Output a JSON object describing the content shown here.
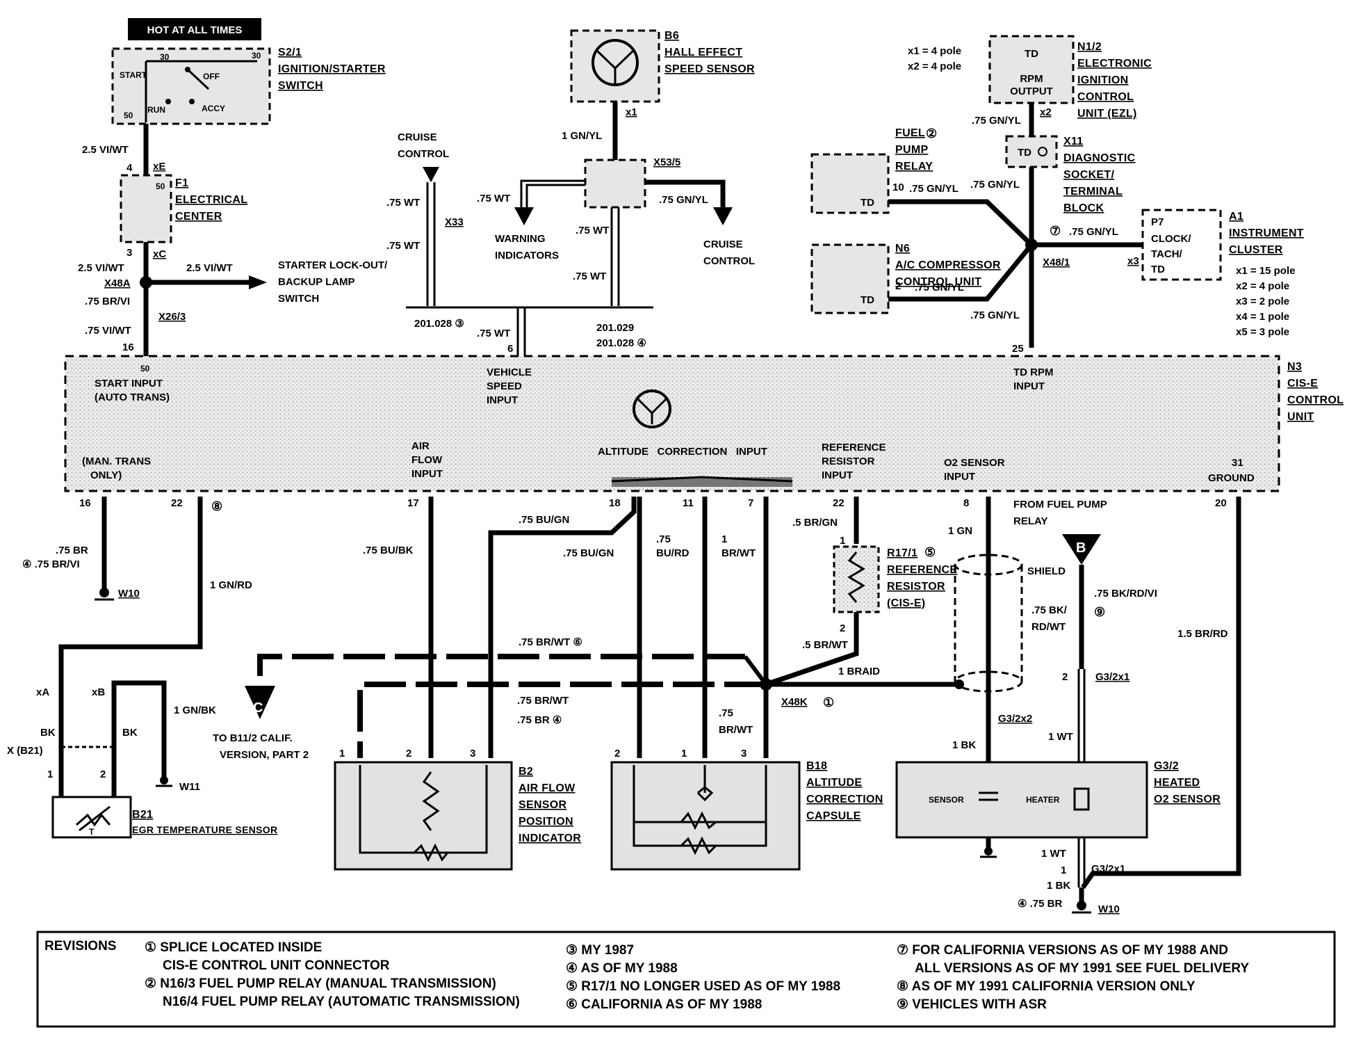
{
  "hot_label": "HOT AT ALL TIMES",
  "components": {
    "s21": {
      "id": "S2/1",
      "name1": "IGNITION/STARTER",
      "name2": "SWITCH",
      "t30a": "30",
      "t30b": "30",
      "start": "START",
      "off": "OFF",
      "run": "RUN",
      "accy": "ACCY",
      "t50": "50"
    },
    "b6": {
      "id": "B6",
      "name1": "HALL EFFECT",
      "name2": "SPEED SENSOR"
    },
    "n12": {
      "id": "N1/2",
      "name1": "ELECTRONIC",
      "name2": "IGNITION",
      "name3": "CONTROL",
      "name4": "UNIT (EZL)",
      "td": "TD",
      "rpm1": "RPM",
      "rpm2": "OUTPUT",
      "pole1": "x1 = 4 pole",
      "pole2": "x2 = 4 pole"
    },
    "f1": {
      "id": "F1",
      "name1": "ELECTRICAL",
      "name2": "CENTER",
      "t50": "50"
    },
    "x11": {
      "id": "X11",
      "name1": "DIAGNOSTIC",
      "name2": "SOCKET/",
      "name3": "TERMINAL",
      "name4": "BLOCK",
      "td": "TD"
    },
    "fuel_pump": {
      "name1": "FUEL",
      "name2": "PUMP",
      "name3": "RELAY",
      "ref": "②",
      "td": "TD",
      "pin": "10"
    },
    "n6": {
      "id": "N6",
      "name1": "A/C COMPRESSOR",
      "name2": "CONTROL UNIT",
      "td": "TD",
      "pin": "2"
    },
    "a1": {
      "id": "A1",
      "name1": "INSTRUMENT",
      "name2": "CLUSTER",
      "p7": "P7",
      "l1": "CLOCK/",
      "l2": "TACH/",
      "l3": "TD",
      "x": "x3",
      "poles": [
        "x1 = 15 pole",
        "x2 = 4 pole",
        "x3 = 2 pole",
        "x4 = 1 pole",
        "x5 = 3 pole"
      ]
    },
    "n3": {
      "id": "N3",
      "name1": "CIS-E",
      "name2": "CONTROL",
      "name3": "UNIT",
      "t50": "50",
      "start1": "START INPUT",
      "start2": "(AUTO TRANS)",
      "veh1": "VEHICLE",
      "veh2": "SPEED",
      "veh3": "INPUT",
      "td1": "TD RPM",
      "td2": "INPUT",
      "man1": "(MAN. TRANS",
      "man2": "ONLY)",
      "air1": "AIR",
      "air2": "FLOW",
      "air3": "INPUT",
      "alt": "ALTITUDE   CORRECTION   INPUT",
      "ref1": "REFERENCE",
      "ref2": "RESISTOR",
      "ref3": "INPUT",
      "o21": "O2 SENSOR",
      "o22": "INPUT",
      "g1": "31",
      "g2": "GROUND"
    },
    "r171": {
      "id": "R17/1",
      "ref": "⑤",
      "name1": "REFERENCE",
      "name2": "RESISTOR",
      "name3": "(CIS-E)"
    },
    "b2": {
      "id": "B2",
      "name1": "AIR FLOW",
      "name2": "SENSOR",
      "name3": "POSITION",
      "name4": "INDICATOR"
    },
    "b18": {
      "id": "B18",
      "name1": "ALTITUDE",
      "name2": "CORRECTION",
      "name3": "CAPSULE"
    },
    "g32": {
      "id": "G3/2",
      "name1": "HEATED",
      "name2": "O2 SENSOR",
      "sensor": "SENSOR",
      "heater": "HEATER"
    },
    "b21": {
      "id": "B21",
      "name": "EGR TEMPERATURE SENSOR",
      "t": "T"
    }
  },
  "labels": {
    "cruise1": "CRUISE",
    "cruise2": "CONTROL",
    "warn1": "WARNING",
    "warn2": "INDICATORS",
    "cc1": "CRUISE",
    "cc2": "CONTROL",
    "starter1": "STARTER LOCK-OUT/",
    "starter2": "BACKUP LAMP",
    "starter3": "SWITCH",
    "x1": "x1",
    "x535": "X53/5",
    "x33": "X33",
    "x2": "x2",
    "xE": "xE",
    "xC": "xC",
    "x48a": "X48A",
    "x263": "X26/3",
    "x481": "X48/1",
    "x48k": "X48K",
    "w1": "1 GN/YL",
    "w2": ".75 WT",
    "w3": ".75 GN/YL",
    "w4": ".75 WT",
    "w5": ".75 WT",
    "w6": ".75 WT",
    "w7": ".75 WT",
    "w8": "2.5 VI/WT",
    "w9": "2.5 VI/WT",
    "w10": "2.5 VI/WT",
    "w11": ".75 BR/VI",
    "w12": ".75 VI/WT",
    "w13": ".75 GN/YL",
    "w14": ".75 GN/YL",
    "w15": ".75 GN/YL",
    "w16": ".75 GN/YL",
    "w17": ".75 GN/YL",
    "w18": ".75 GN/YL",
    "ref2011": "201.028 ③",
    "ref2012": "201.029",
    "ref2013": "201.028 ④",
    "wveh": ".75 WT",
    "p4": "4",
    "p3": "3",
    "p16": "16",
    "p6": "6",
    "p25": "25",
    "p7c": "⑦",
    "w16a": ".75 BR",
    "w16b": "④ .75 BR/VI",
    "w22": "1 GN/RD",
    "w17a": ".75 BU/BK",
    "wbugn": ".75 BU/GN",
    "wbugn2": ".75 BU/GN",
    "w11a": ".75",
    "w11b": "BU/RD",
    "w7a": "1",
    "w7b": "BR/WT",
    "w22b": ".5 BR/GN",
    "w1gn": "1 GN",
    "fuel1": "FROM FUEL PUMP",
    "fuel2": "RELAY",
    "shield": "SHIELD",
    "wbk1": ".75 BK/RD/VI",
    "wbk2a": ".75 BK/",
    "wbk2b": "RD/WT",
    "wbk3": "⑨",
    "w20": "1.5 BR/RD",
    "brwt6": ".75 BR/WT ⑥",
    "brwt5": ".5 BR/WT",
    "braid": "1 BRAID",
    "brwt": ".75 BR/WT",
    "br4": ".75 BR ④",
    "brwt75a": ".75",
    "brwt75b": "BR/WT",
    "x48kref": "①",
    "g32x2": "G3/2x2",
    "g32x1": "G3/2x1",
    "g32x1b": "G3/2x1",
    "wt1": "1 WT",
    "wt2": "1 WT",
    "bk1": "1 BK",
    "bk2": "1 BK",
    "br75": "④ .75 BR",
    "w10a": "W10",
    "w10b": "W10",
    "w11gnd": "W11",
    "to1": "TO B11/2 CALIF.",
    "to2": "VERSION, PART 2",
    "c": "C",
    "b": "B",
    "xA": "xA",
    "xB": "xB",
    "bkA": "BK",
    "bkB": "BK",
    "xb21": "X (B21)",
    "gnbk": "1 GN/BK",
    "p16b": "16",
    "p22": "22",
    "p22r": "⑧",
    "p17": "17",
    "p18": "18",
    "p11": "11",
    "p7": "7",
    "p22c": "22",
    "p8": "8",
    "p20": "20",
    "r1": "1",
    "r2": "2",
    "pin1": "1",
    "pin2": "2"
  },
  "revisions": {
    "title": "REVISIONS",
    "items": [
      "① SPLICE LOCATED INSIDE",
      "CIS-E CONTROL UNIT CONNECTOR",
      "② N16/3 FUEL PUMP RELAY (MANUAL TRANSMISSION)",
      "N16/4 FUEL PUMP RELAY (AUTOMATIC TRANSMISSION)",
      "③ MY 1987",
      "④ AS OF MY 1988",
      "⑤ R17/1 NO LONGER USED AS OF MY 1988",
      "⑥ CALIFORNIA AS OF MY 1988",
      "⑦ FOR CALIFORNIA VERSIONS AS OF MY 1988 AND",
      "ALL VERSIONS AS OF MY 1991 SEE FUEL DELIVERY",
      "⑧ AS OF MY 1991 CALIFORNIA VERSION ONLY",
      "⑨ VEHICLES WITH ASR"
    ]
  }
}
